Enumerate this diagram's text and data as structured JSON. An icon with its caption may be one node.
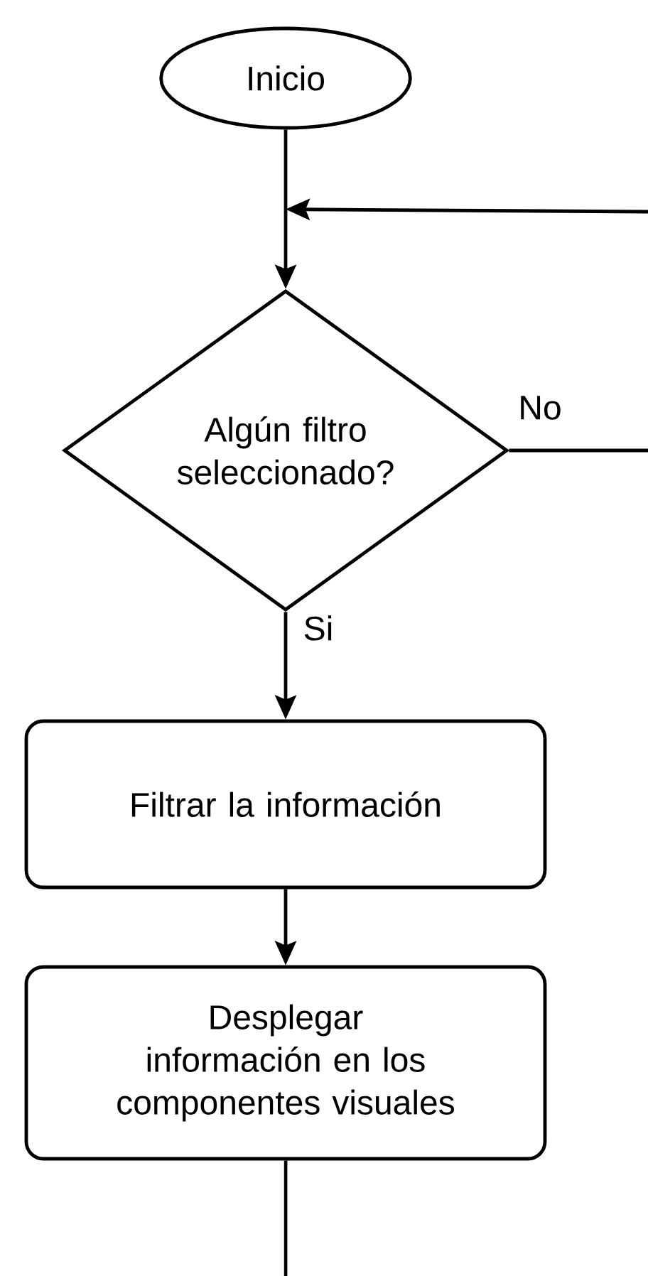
{
  "diagram": {
    "nodes": [
      {
        "text": [
          "Inicio"
        ]
      },
      {
        "text": [
          "Algún filtro seleccionado?"
        ]
      },
      {
        "text": [
          "Filtrar la información"
        ]
      },
      {
        "text": [
          "Desplegar información en los componentes visuales"
        ]
      }
    ],
    "edges": [
      {
        "from": 0,
        "to": 1,
        "arrow": "to"
      },
      {
        "from": 1,
        "to": null,
        "arrow": "none",
        "label": "No"
      },
      {
        "from": null,
        "to": 1,
        "arrow": "to"
      },
      {
        "from": 1,
        "to": 2,
        "arrow": "to",
        "label": "Si"
      },
      {
        "from": 2,
        "to": 3,
        "arrow": "to"
      },
      {
        "from": 3,
        "to": null,
        "arrow": "none"
      }
    ]
  }
}
